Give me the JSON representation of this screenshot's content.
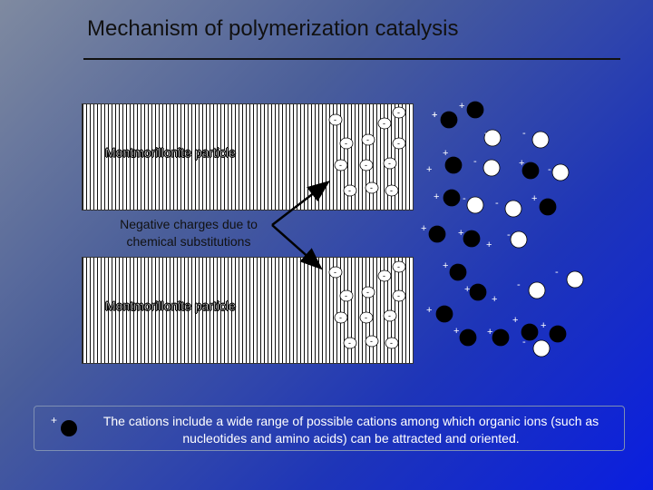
{
  "slide": {
    "title": "Mechanism of polymerization catalysis"
  },
  "diagram": {
    "particle_top_label": "Montmorillonite particle",
    "particle_bottom_label": "Montmorillonite particle",
    "negative_charge_line1": "Negative charges due to",
    "negative_charge_line2": "chemical substitutions",
    "plus_sign": "+",
    "minus_sign": "-"
  },
  "footer": {
    "text": "The cations include a wide range of possible cations among which organic ions (such as nucleotides and amino acids) can be attracted and oriented."
  },
  "colors": {
    "cation": "#000000",
    "anion": "#ffffff",
    "text_dark": "#111111"
  }
}
